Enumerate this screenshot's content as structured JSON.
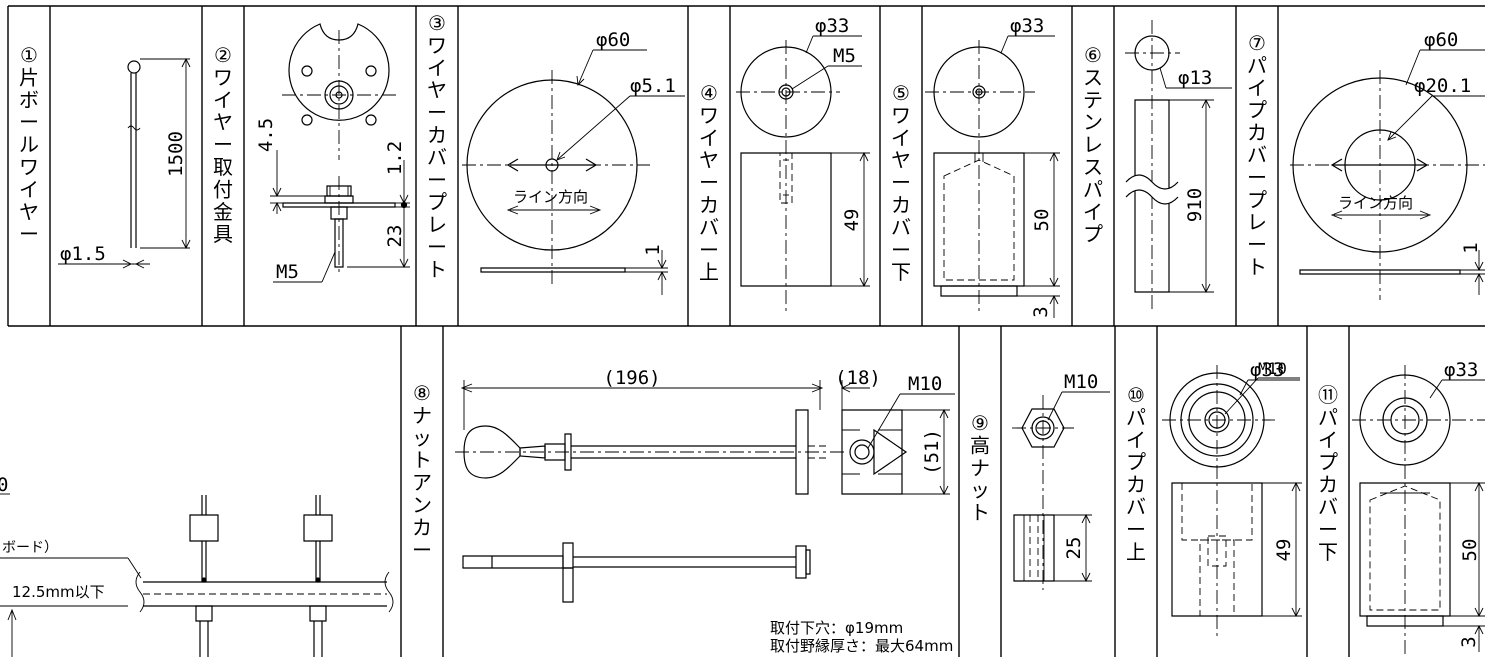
{
  "parts": {
    "p1": {
      "number": "①",
      "name": "片ボールワイヤー",
      "dims": {
        "length": "1500",
        "dia": "φ1.5"
      }
    },
    "p2": {
      "number": "②",
      "name": "ワイヤー取付金具",
      "dims": {
        "a": "4.5",
        "b": "1.2",
        "c": "23",
        "thread": "M5"
      }
    },
    "p3": {
      "number": "③",
      "name": "ワイヤーカバープレート",
      "dims": {
        "outer": "φ60",
        "hole": "φ5.1",
        "thick": "1"
      },
      "direction_label": "ライン方向"
    },
    "p4": {
      "number": "④",
      "name": "ワイヤーカバー上",
      "dims": {
        "dia": "φ33",
        "thread": "M5",
        "height": "49"
      }
    },
    "p5": {
      "number": "⑤",
      "name": "ワイヤーカバー下",
      "dims": {
        "dia": "φ33",
        "height": "50",
        "lip": "3"
      }
    },
    "p6": {
      "number": "⑥",
      "name": "ステンレスパイプ",
      "dims": {
        "dia": "φ13",
        "length": "910"
      }
    },
    "p7": {
      "number": "⑦",
      "name": "パイプカバープレート",
      "dims": {
        "outer": "φ60",
        "hole": "φ20.1",
        "thick": "1"
      },
      "direction_label": "ライン方向"
    },
    "p8": {
      "number": "⑧",
      "name": "ナットアンカー",
      "dims": {
        "length": "(196)",
        "head": "(18)",
        "thread": "M10",
        "width": "(51)"
      },
      "notes": [
        "取付下穴：φ19mm",
        "取付野縁厚さ：最大64mm"
      ]
    },
    "p9": {
      "number": "⑨",
      "name": "高ナット",
      "dims": {
        "thread": "M10",
        "height": "25"
      }
    },
    "p10": {
      "number": "⑩",
      "name": "パイプカバー上",
      "dims": {
        "dia": "φ33",
        "thread": "M10",
        "height": "49"
      }
    },
    "p11": {
      "number": "⑪",
      "name": "パイプカバー下",
      "dims": {
        "dia": "φ33",
        "height": "50",
        "lip": "3"
      }
    }
  },
  "install": {
    "fragment": "0",
    "board": "ボード）",
    "thickness": "12.5mm以下"
  }
}
